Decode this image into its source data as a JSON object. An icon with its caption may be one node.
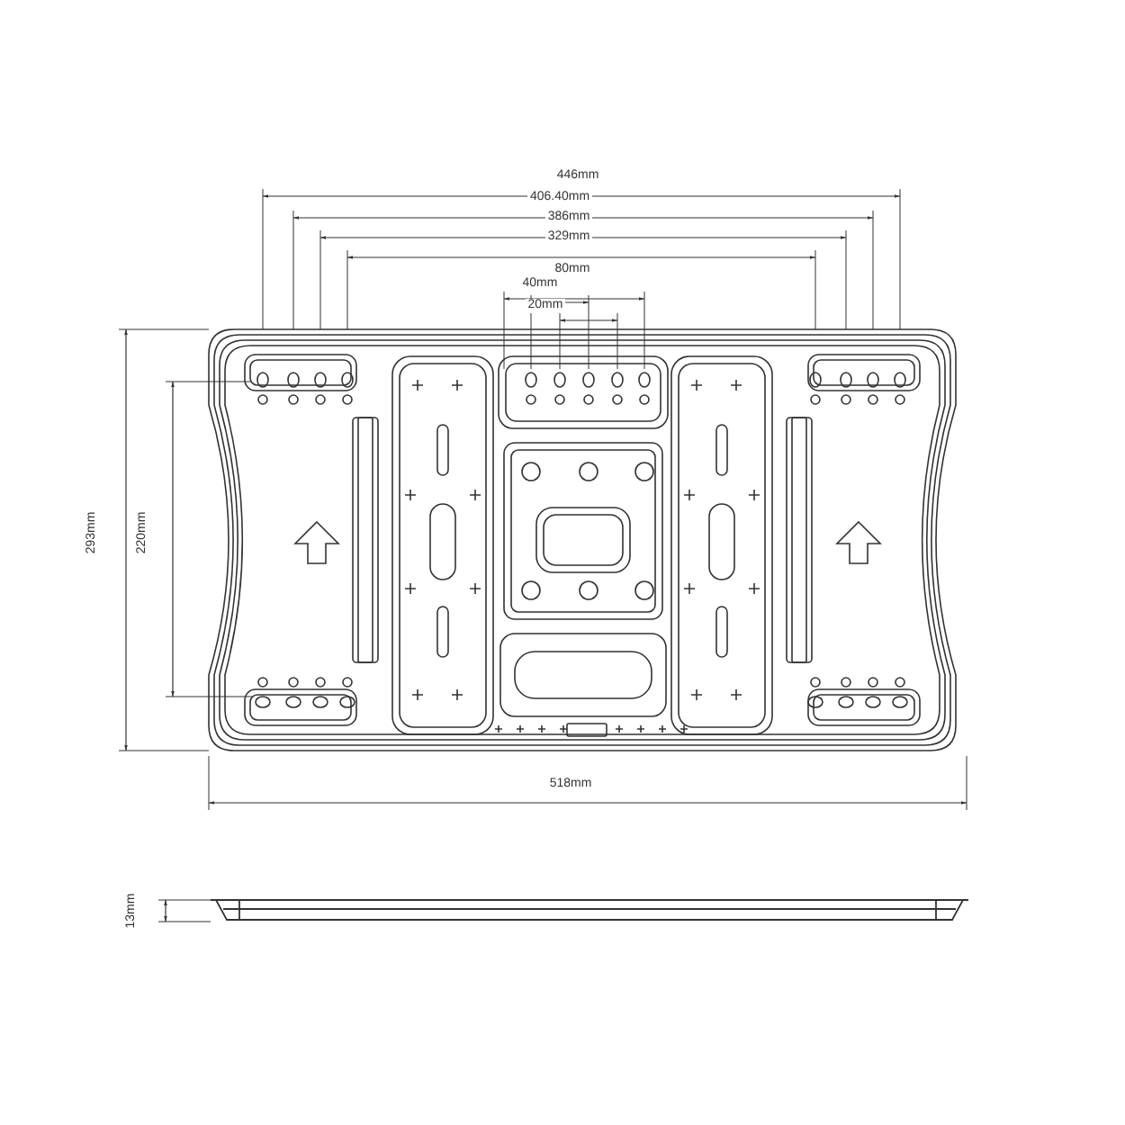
{
  "diagram": {
    "labels": [
      "446mm",
      "406.40mm",
      "386mm",
      "329mm",
      "80mm",
      "40mm",
      "20mm",
      "293mm",
      "220mm",
      "518mm",
      "13mm"
    ]
  }
}
